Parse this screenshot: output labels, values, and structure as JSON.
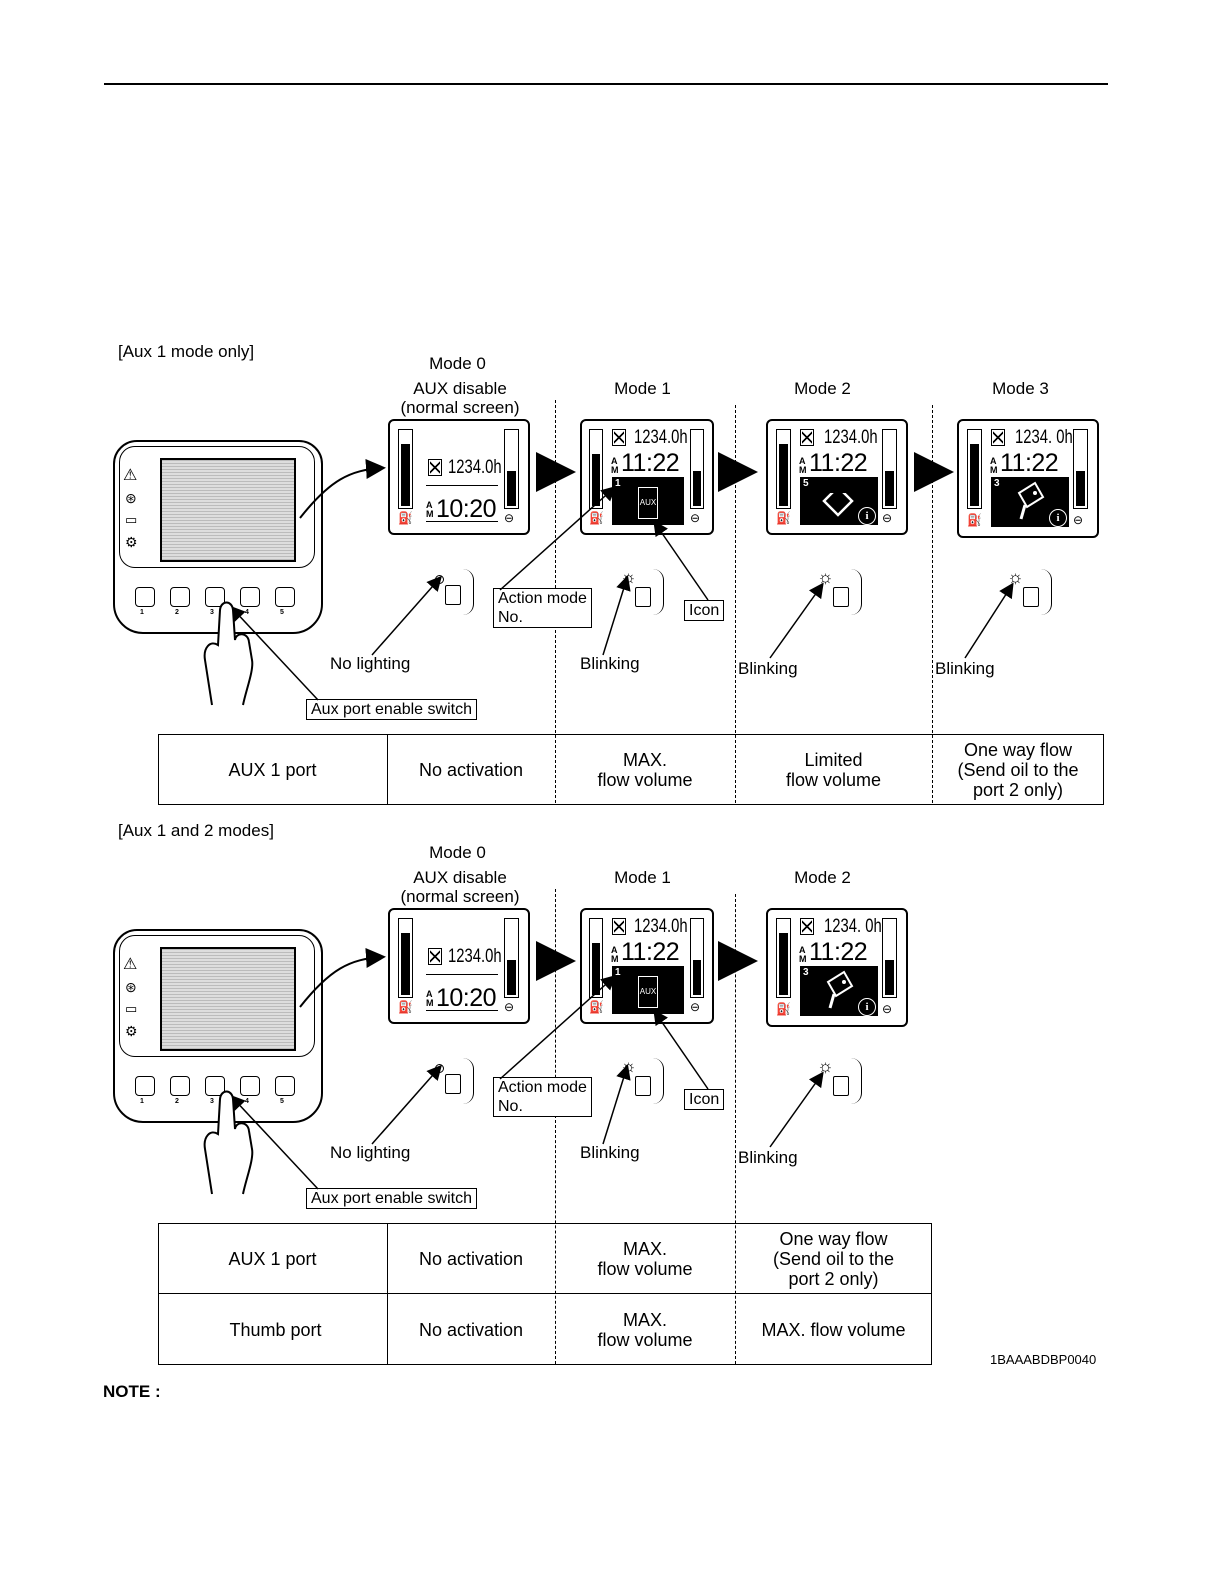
{
  "section1": {
    "heading": "[Aux 1 mode only]",
    "mode0": {
      "title": "Mode 0",
      "sub1": "AUX disable",
      "sub2": "(normal screen)",
      "hours": "1234.0h",
      "time": "10:20",
      "ampm": "A M"
    },
    "mode1": {
      "title": "Mode 1",
      "hours": "1234.0h",
      "time": "11:22",
      "ampm": "A M",
      "num": "1",
      "icon_text": "AUX"
    },
    "mode2": {
      "title": "Mode 2",
      "hours": "1234.0h",
      "time": "11:22",
      "ampm": "A M",
      "num": "5"
    },
    "mode3": {
      "title": "Mode 3",
      "hours": "1234. 0h",
      "time": "11:22",
      "ampm": "A M",
      "num": "3"
    },
    "labels": {
      "action_mode_1": "Action mode",
      "action_mode_2": "No.",
      "icon": "Icon",
      "no_lighting": "No lighting",
      "blinking": "Blinking",
      "aux_switch": "Aux port enable switch"
    },
    "table": {
      "row_label": "AUX 1 port",
      "c1": "No activation",
      "c2a": "MAX.",
      "c2b": "flow volume",
      "c3a": "Limited",
      "c3b": "flow volume",
      "c4a": "One way flow",
      "c4b": "(Send oil to the",
      "c4c": "port 2 only)"
    }
  },
  "section2": {
    "heading": "[Aux 1 and 2 modes]",
    "mode0": {
      "title": "Mode 0",
      "sub1": "AUX disable",
      "sub2": "(normal screen)",
      "hours": "1234.0h",
      "time": "10:20",
      "ampm": "A M"
    },
    "mode1": {
      "title": "Mode 1",
      "hours": "1234.0h",
      "time": "11:22",
      "ampm": "A M",
      "num": "1",
      "icon_text": "AUX"
    },
    "mode2": {
      "title": "Mode 2",
      "hours": "1234. 0h",
      "time": "11:22",
      "ampm": "A M",
      "num": "3"
    },
    "labels": {
      "action_mode_1": "Action mode",
      "action_mode_2": "No.",
      "icon": "Icon",
      "no_lighting": "No lighting",
      "blinking": "Blinking",
      "aux_switch": "Aux port enable switch"
    },
    "table": {
      "r1_label": "AUX 1 port",
      "r1_c1": "No activation",
      "r1_c2a": "MAX.",
      "r1_c2b": "flow volume",
      "r1_c3a": "One way flow",
      "r1_c3b": "(Send oil to the",
      "r1_c3c": "port 2 only)",
      "r2_label": "Thumb port",
      "r2_c1": "No activation",
      "r2_c2a": "MAX.",
      "r2_c2b": "flow volume",
      "r2_c3": "MAX. flow volume"
    }
  },
  "panel_buttons": [
    "1",
    "2",
    "3",
    "4",
    "5"
  ],
  "figure_id": "1BAAABDBP0040",
  "note": "NOTE :"
}
